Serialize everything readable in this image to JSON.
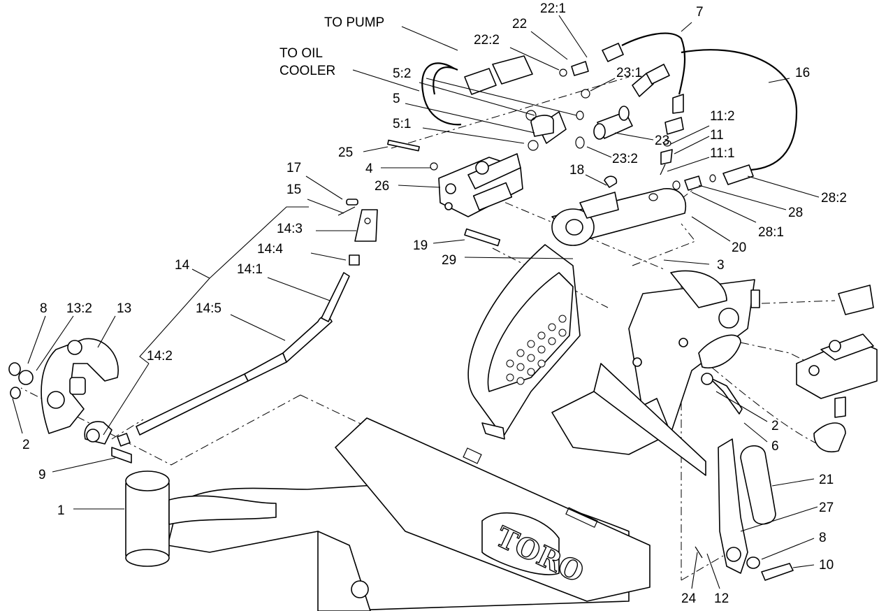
{
  "diagram": {
    "callouts": [
      "TO PUMP",
      "TO OIL",
      "COOLER",
      "22:1",
      "7",
      "22",
      "22:2",
      "23:1",
      "16",
      "5:2",
      "5",
      "5:1",
      "23",
      "25",
      "23:2",
      "4",
      "26",
      "17",
      "18",
      "11:2",
      "11",
      "11:1",
      "28:2",
      "28",
      "28:1",
      "15",
      "14:3",
      "19",
      "20",
      "14:4",
      "29",
      "3",
      "14",
      "14:1",
      "8",
      "13:2",
      "13",
      "14:5",
      "14:2",
      "2",
      "2",
      "6",
      "9",
      "21",
      "1",
      "27",
      "8",
      "10",
      "24",
      "12"
    ],
    "brand_logo": "TORO"
  }
}
